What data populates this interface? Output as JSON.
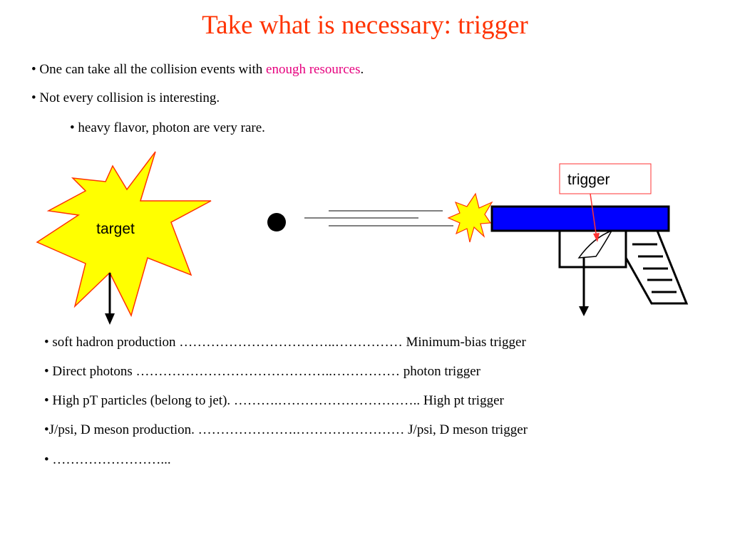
{
  "slide": {
    "title": "Take what is necessary: trigger",
    "bullets": [
      {
        "bullet": "•",
        "pre": " One can take all the collision events with ",
        "accent": "enough resources",
        "post": "."
      },
      {
        "bullet": "•",
        "pre": " Not every collision is interesting.",
        "accent": "",
        "post": ""
      },
      {
        "bullet": "•",
        "pre": " heavy flavor, photon are very rare.",
        "accent": "",
        "post": ""
      }
    ]
  },
  "diagram": {
    "target_label": "target",
    "trigger_label": "trigger"
  },
  "trigger_list": [
    "• soft hadron production  ……………………………..…………… Minimum-bias trigger",
    "• Direct photons  ……………………………………..…………… photon trigger",
    "• High pT particles (belong to jet). ……….………………………….. High pt trigger",
    "•J/psi, D meson production.  ………………….……………………  J/psi, D meson trigger",
    "• ……………………..."
  ],
  "colors": {
    "title": "#ff3300",
    "accent": "#e6007e",
    "star_fill": "#ffff00",
    "star_stroke": "#ff3300",
    "gun_barrel": "#0000ff",
    "callout_border": "#ff3333"
  }
}
